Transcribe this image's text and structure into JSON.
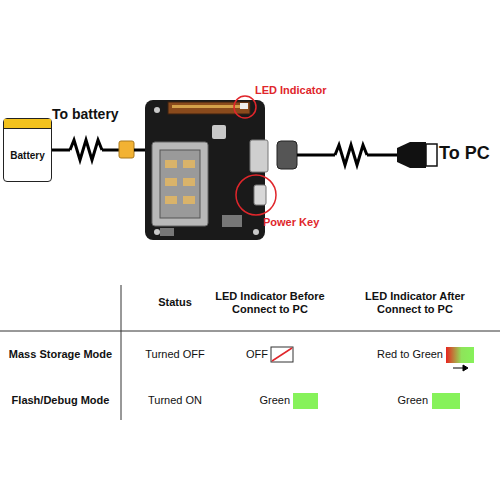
{
  "diagram": {
    "nodes": [
      {
        "text": [
          "Battery"
        ]
      }
    ],
    "edges": [],
    "labels": [
      "To battery",
      "LED Indicator",
      "Power Key",
      "To PC",
      "Status",
      "LED Indicator Before Connect to PC",
      "LED Indicator After Connect to PC",
      "Mass Storage Mode",
      "Turned OFF",
      "OFF",
      "Red to Green",
      "Flash/Debug Mode",
      "Turned ON",
      "Green",
      "Green"
    ]
  }
}
